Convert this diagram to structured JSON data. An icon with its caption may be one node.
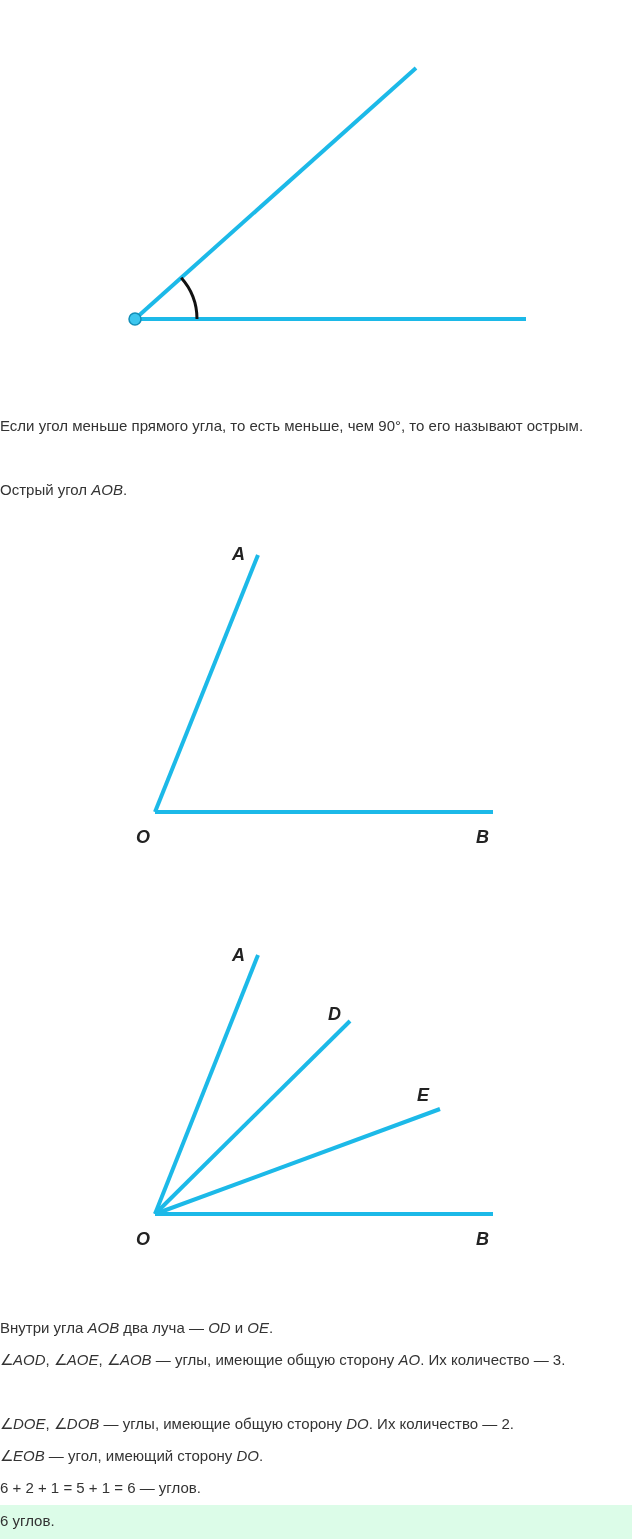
{
  "diagram": {
    "nodes": [
      {
        "text": [
          "A"
        ]
      },
      {
        "text": [
          "O"
        ]
      },
      {
        "text": [
          "B"
        ]
      },
      {
        "text": [
          "A"
        ]
      },
      {
        "text": [
          "D"
        ]
      },
      {
        "text": [
          "E"
        ]
      },
      {
        "text": [
          "O"
        ]
      },
      {
        "text": [
          "B"
        ]
      }
    ],
    "edges": [
      {
        "from": 1,
        "to": 0,
        "arrow": "none"
      },
      {
        "from": 1,
        "to": 2,
        "arrow": "none"
      },
      {
        "from": 6,
        "to": 3,
        "arrow": "none"
      },
      {
        "from": 6,
        "to": 4,
        "arrow": "none"
      },
      {
        "from": 6,
        "to": 5,
        "arrow": "none"
      },
      {
        "from": 6,
        "to": 7,
        "arrow": "none"
      }
    ],
    "labels": [
      "Если угол меньше прямого угла, то есть меньше, чем 90°, то его называют острым.",
      "Острый угол *AOB*.",
      "Внутри угла *AOB* два луча — *OD* и *OE*.",
      "∠*AOD*, ∠*AOE*, ∠*AOB* — углы, имеющие общую сторону *AO*. Их количество — 3.",
      "∠*DOE*, ∠*DOB* — углы, имеющие общую сторону *DO*. Их количество — 2.",
      "∠*EOB* — угол, имеющий сторону *DO*.",
      "6 + 2 + 1 = 5 + 1 = 6 — углов.",
      "6 углов."
    ]
  }
}
